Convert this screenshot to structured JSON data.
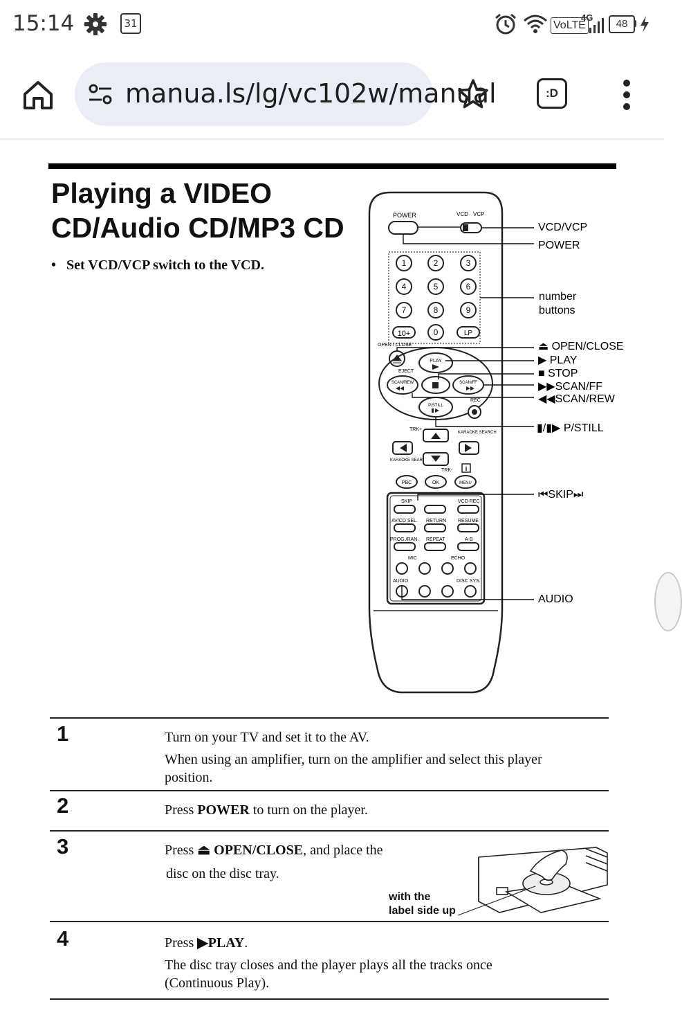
{
  "status_bar": {
    "time": "15:14",
    "calendar_day": "31",
    "volte": "VoLTE",
    "network": "4G",
    "battery": "48"
  },
  "browser": {
    "url": "manua.ls/lg/vc102w/manual",
    "tabs_label": ":D"
  },
  "document": {
    "title_line1": "Playing a VIDEO",
    "title_line2": "CD/Audio CD/MP3 CD",
    "instruction": "Set VCD/VCP switch to the VCD.",
    "callouts": {
      "vcd_vcp": "VCD/VCP",
      "power": "POWER",
      "number_buttons_1": "number",
      "number_buttons_2": "buttons",
      "open_close": "OPEN/CLOSE",
      "play": "PLAY",
      "stop": "STOP",
      "scan_ff": "SCAN/FF",
      "scan_rew": "SCAN/REW",
      "p_still": "P/STILL",
      "skip": "SKIP",
      "audio": "AUDIO"
    },
    "remote_labels": {
      "power": "POWER",
      "vcd": "VCD",
      "vcp": "VCP",
      "ten_plus": "10+",
      "zero": "0",
      "lp": "LP",
      "open_close": "OPEN / CLOSE",
      "eject": "EJECT",
      "play": "PLAY",
      "scan_rew": "SCAN/REW",
      "scan_ff": "SCAN/FF",
      "p_still": "P/STILL",
      "rec": "REC",
      "trk_plus": "TRK+",
      "trk_minus": "TRK-",
      "karaoke_search": "KARAOKE SEARCH",
      "pbc": "PBC",
      "ok": "OK",
      "menu": "MENU",
      "skip": "SKIP",
      "vcd_rec": "VCD REC",
      "av_cd_sel": "AV/CD SEL.",
      "return": "RETURN",
      "resume": "RESUME",
      "prog_ran": "PROG./RAN.",
      "repeat": "REPEAT",
      "a_b": "A-B",
      "mic": "MIC",
      "echo": "ECHO",
      "audio": "AUDIO",
      "disc_sys": "DISC SYS."
    },
    "steps": [
      {
        "number": "1",
        "line1": "Turn on your TV and set it to the AV.",
        "line2": "When using an amplifier, turn on the amplifier and select this player",
        "line3": "position."
      },
      {
        "number": "2",
        "pre": "Press ",
        "bold": "POWER",
        "post": " to turn on the player."
      },
      {
        "number": "3",
        "pre": "Press ",
        "bold": "OPEN/CLOSE",
        "post": ", and place the",
        "line2": "disc on the disc tray.",
        "note1": "with the",
        "note2": "label side up"
      },
      {
        "number": "4",
        "pre": "Press ",
        "bold": "PLAY",
        "post": ".",
        "line2": "The disc tray closes and the player plays all the tracks once",
        "line3": "(Continuous Play)."
      }
    ]
  }
}
